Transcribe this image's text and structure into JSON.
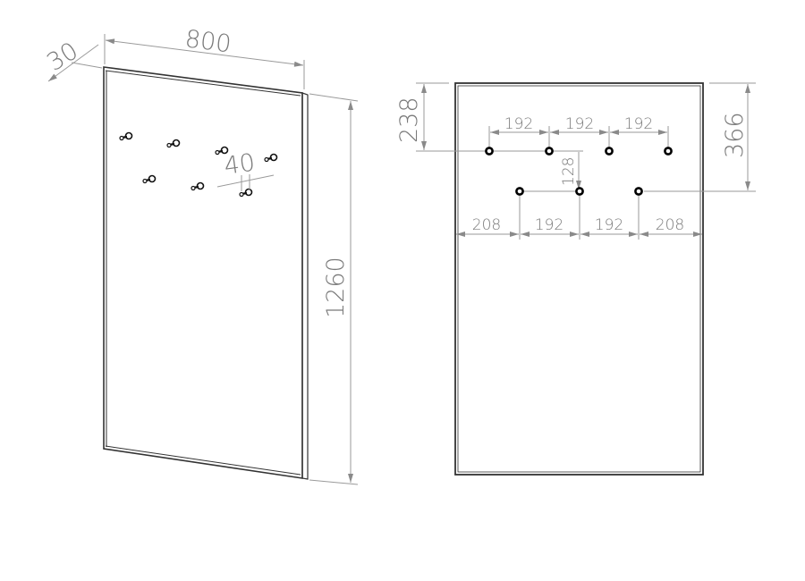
{
  "drawing": {
    "side_view": {
      "width_label": "800",
      "depth_label": "30",
      "height_label": "1260",
      "hook_diameter_label": "40",
      "hook_count": 7
    },
    "front_view": {
      "top_offset_label": "238",
      "lower_row_offset_label": "366",
      "row_gap_label": "128",
      "top_row_spacing_labels": [
        "192",
        "192",
        "192"
      ],
      "bottom_row_labels": [
        "208",
        "192",
        "192",
        "208"
      ],
      "top_row_hole_count": 4,
      "bottom_row_hole_count": 3
    },
    "colors": {
      "line": "#333333",
      "dimension": "#9a9a9a",
      "text": "#7a7a7a"
    }
  }
}
